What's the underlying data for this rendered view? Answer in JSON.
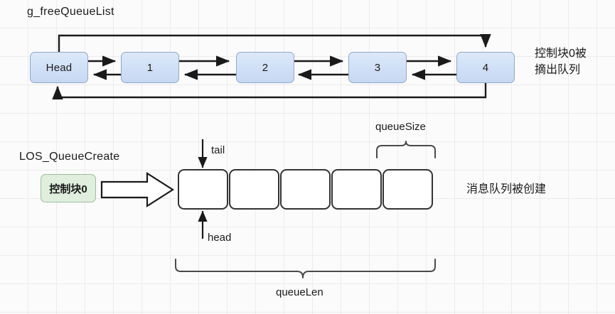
{
  "diagram": {
    "title_free_list": "g_freeQueueList",
    "title_create": "LOS_QueueCreate",
    "note_top": "控制块0被\n摘出队列",
    "note_top_line1": "控制块0被",
    "note_top_line2": "摘出队列",
    "note_bottom": "消息队列被创建"
  },
  "free_list": {
    "nodes": [
      {
        "label": "Head"
      },
      {
        "label": "1"
      },
      {
        "label": "2"
      },
      {
        "label": "3"
      },
      {
        "label": "4"
      }
    ]
  },
  "control_block": {
    "label": "控制块0"
  },
  "queue": {
    "cells": [
      "",
      "",
      "",
      "",
      ""
    ],
    "pointer_tail": "tail",
    "pointer_head": "head",
    "brace_queue_size": "queueSize",
    "brace_queue_len": "queueLen"
  },
  "colors": {
    "node_fill": "#ccddf5",
    "node_stroke": "#8fa8cc",
    "ctrl_fill": "#dfeedd",
    "ctrl_stroke": "#9ac096",
    "line": "#1a1a1a",
    "cell_stroke": "#333333",
    "background": "#fbfbfb",
    "grid": "#ececec"
  }
}
